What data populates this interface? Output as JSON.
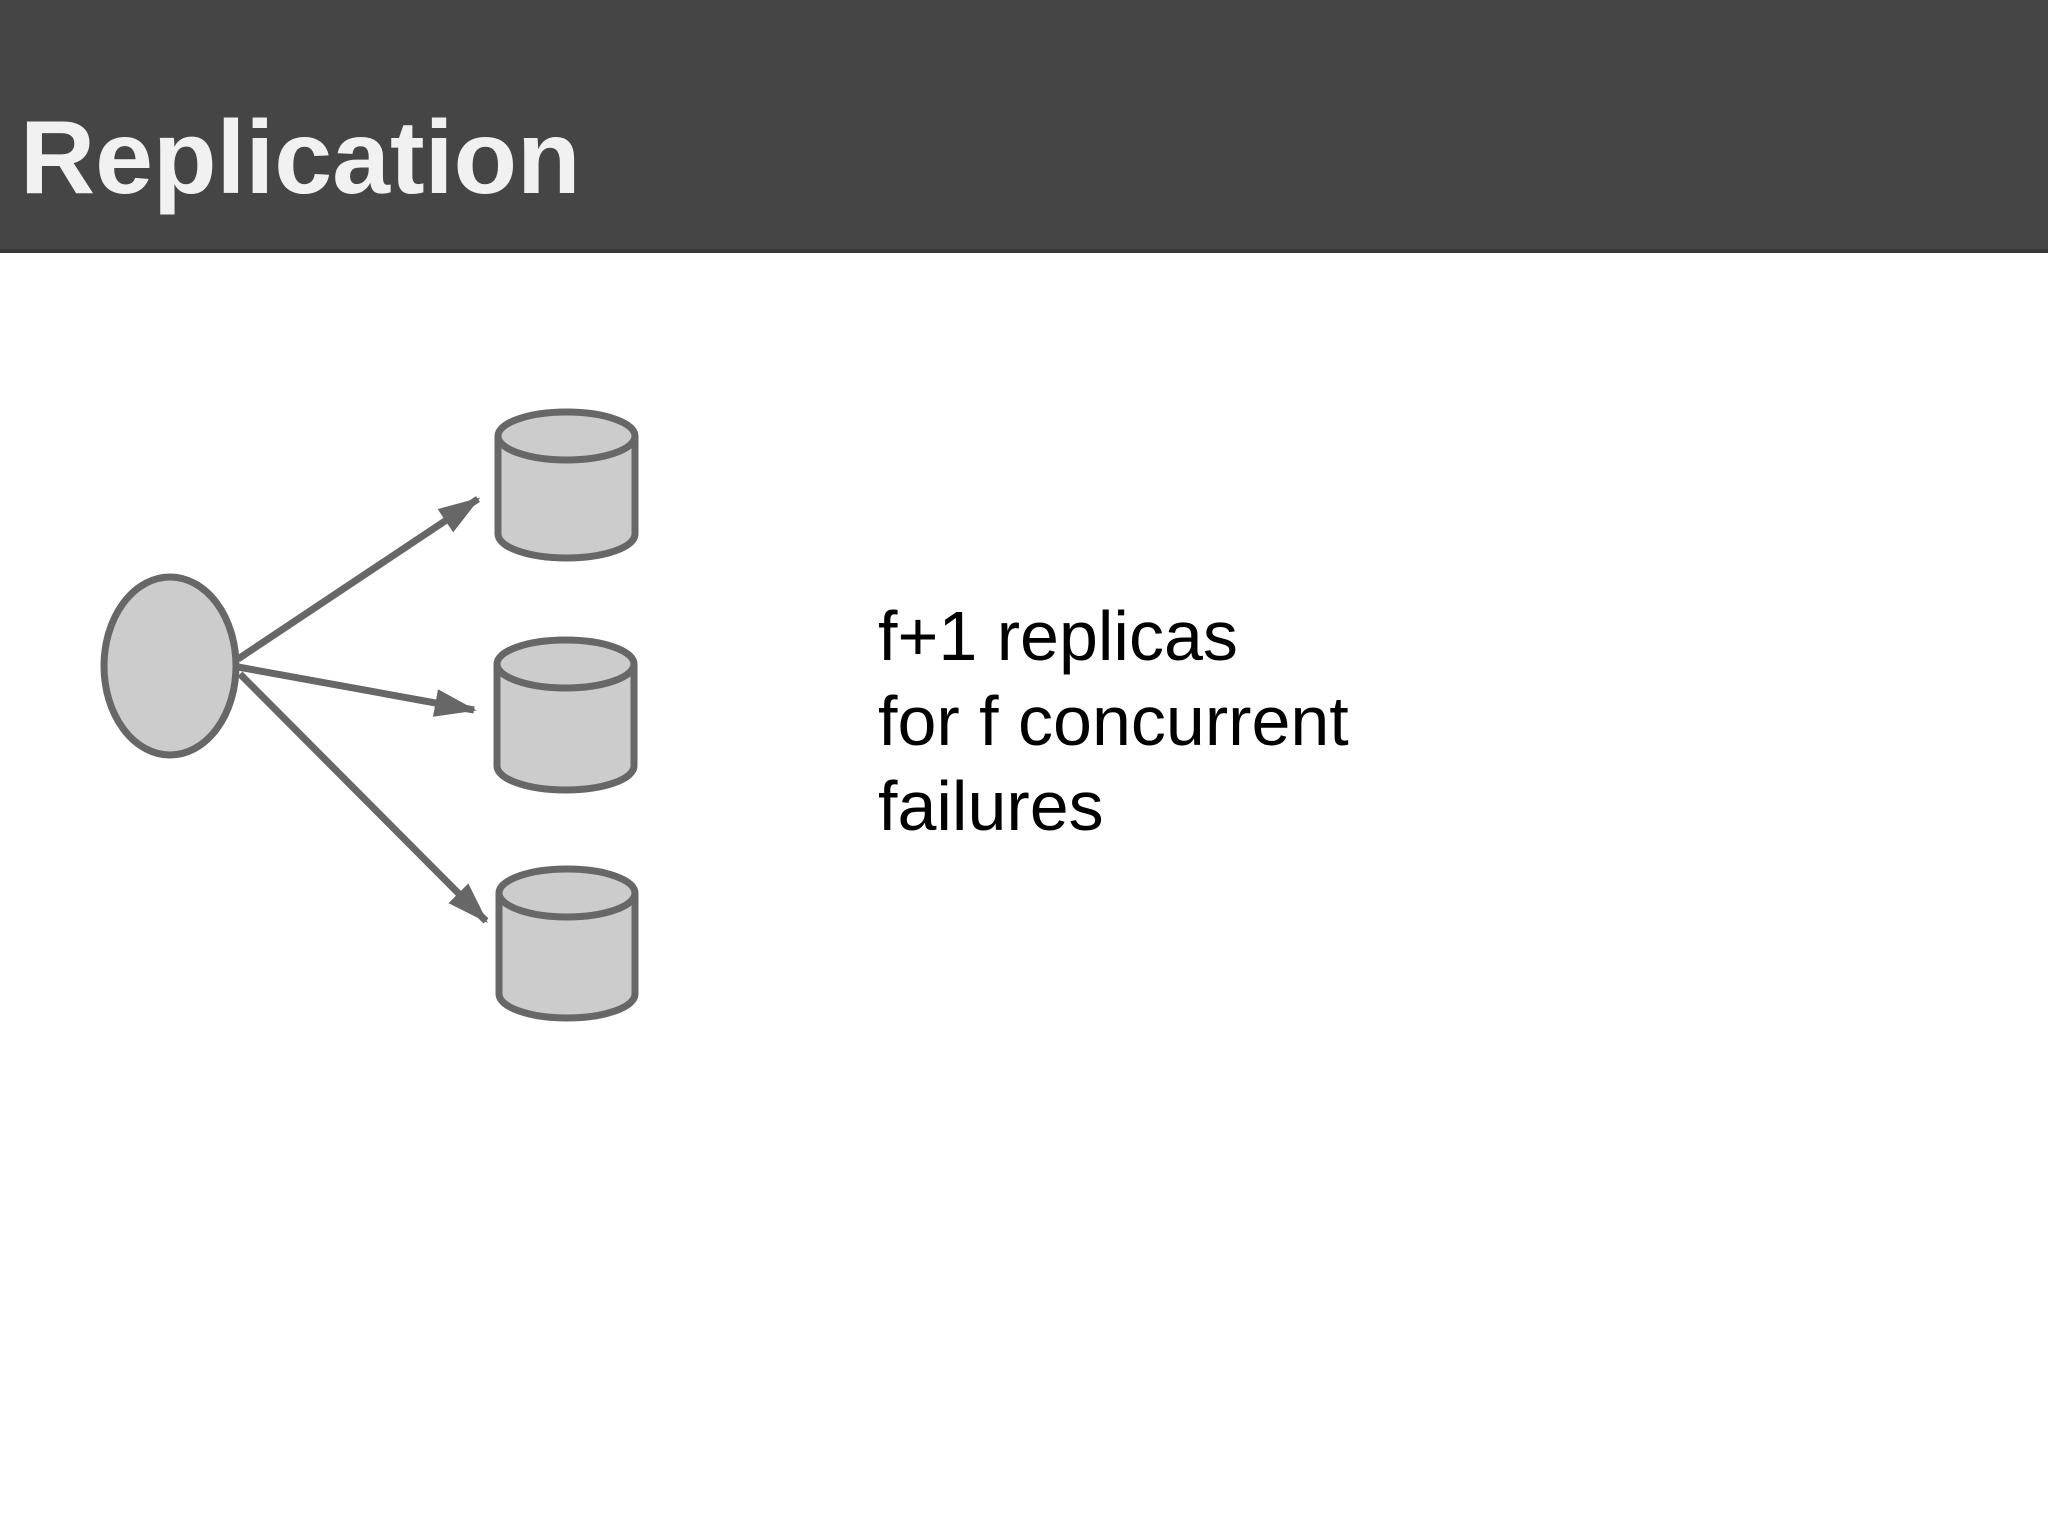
{
  "header": {
    "title": "Replication",
    "background_color": "#454545",
    "title_color": "#f1f1f1"
  },
  "annotation": {
    "lines": [
      "f+1 replicas",
      "for f concurrent",
      "failures"
    ],
    "text_color": "#000000"
  },
  "diagram": {
    "description": "one source ellipse fanning out to three replica cylinders",
    "source_node": {
      "shape": "ellipse"
    },
    "replica_nodes": [
      {
        "shape": "cylinder"
      },
      {
        "shape": "cylinder"
      },
      {
        "shape": "cylinder"
      }
    ],
    "arrow_count": 3,
    "shape_fill_color": "#cccccc",
    "shape_stroke_color": "#676767",
    "canvas_background": "#ffffff"
  }
}
